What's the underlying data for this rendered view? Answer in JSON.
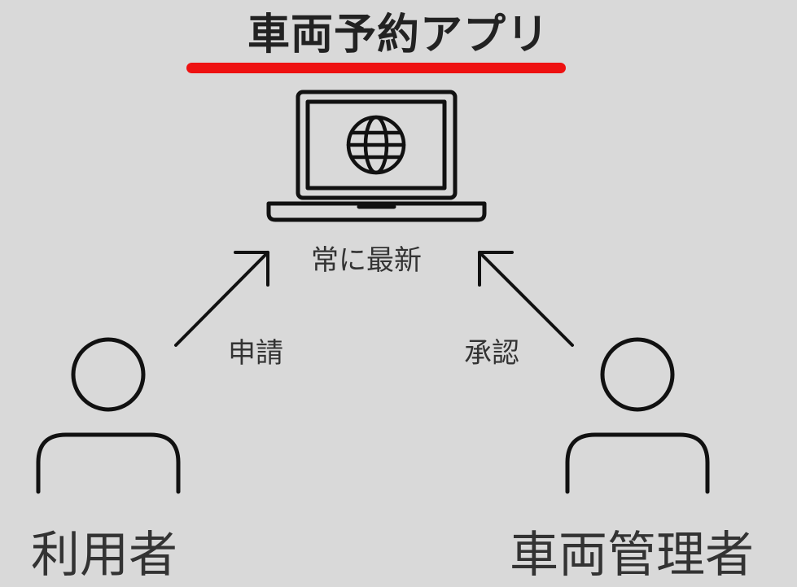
{
  "title": "車両予約アプリ",
  "colors": {
    "background": "#d9d9d9",
    "underline": "#ee1111",
    "stroke": "#111111"
  },
  "icons": {
    "app": "laptop-globe-icon",
    "user": "person-icon",
    "manager": "person-icon"
  },
  "labels": {
    "app_status": "常に最新",
    "user_action": "申請",
    "manager_action": "承認"
  },
  "actors": {
    "user": "利用者",
    "manager": "車両管理者"
  }
}
